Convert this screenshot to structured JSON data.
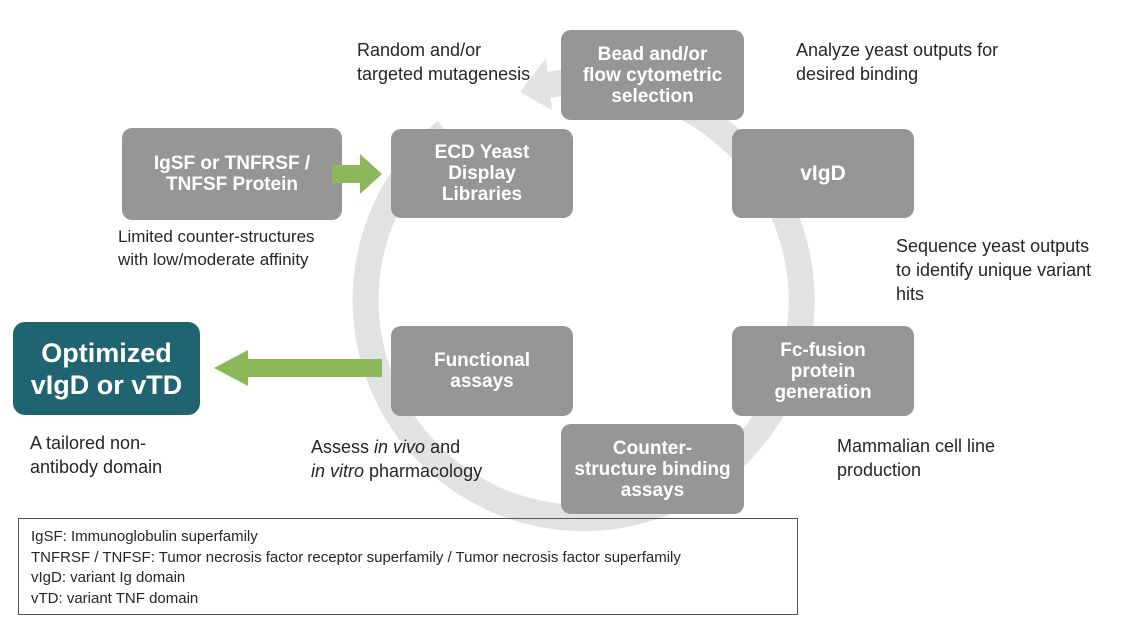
{
  "boxes": {
    "source_protein": "IgSF or TNFRSF /\nTNFSF Protein",
    "ecd_libraries": "ECD Yeast\nDisplay\nLibraries",
    "bead_selection": "Bead and/or\nflow cytometric\nselection",
    "vigd": "vIgD",
    "fc_fusion": "Fc-fusion\nprotein\ngeneration",
    "counter_structure": "Counter-\nstructure binding\nassays",
    "functional_assays": "Functional\nassays",
    "optimized": "Optimized\nvIgD or vTD"
  },
  "notes": {
    "mutagenesis": "Random and/or\ntargeted mutagenesis",
    "analyze": "Analyze yeast outputs for\ndesired binding",
    "limited": "Limited counter-structures\nwith low/moderate affinity",
    "sequence": "Sequence yeast outputs\nto identify unique variant\nhits",
    "mammalian": "Mammalian cell line\nproduction",
    "tailored": "A tailored non-\nantibody domain",
    "assess_prefix": "Assess ",
    "assess_italic1": "in vivo",
    "assess_mid": " and",
    "assess_italic2": "in vitro",
    "assess_suffix": " pharmacology"
  },
  "legend": [
    "IgSF: Immunoglobulin superfamily",
    "TNFRSF / TNFSF: Tumor necrosis factor receptor superfamily / Tumor necrosis factor superfamily",
    "vIgD: variant Ig domain",
    "vTD: variant TNF domain"
  ],
  "colors": {
    "box_gray": "#969696",
    "box_dark": "#1f6470",
    "arrow_green": "#8db85a",
    "ring_gray": "#e2e2e2"
  }
}
